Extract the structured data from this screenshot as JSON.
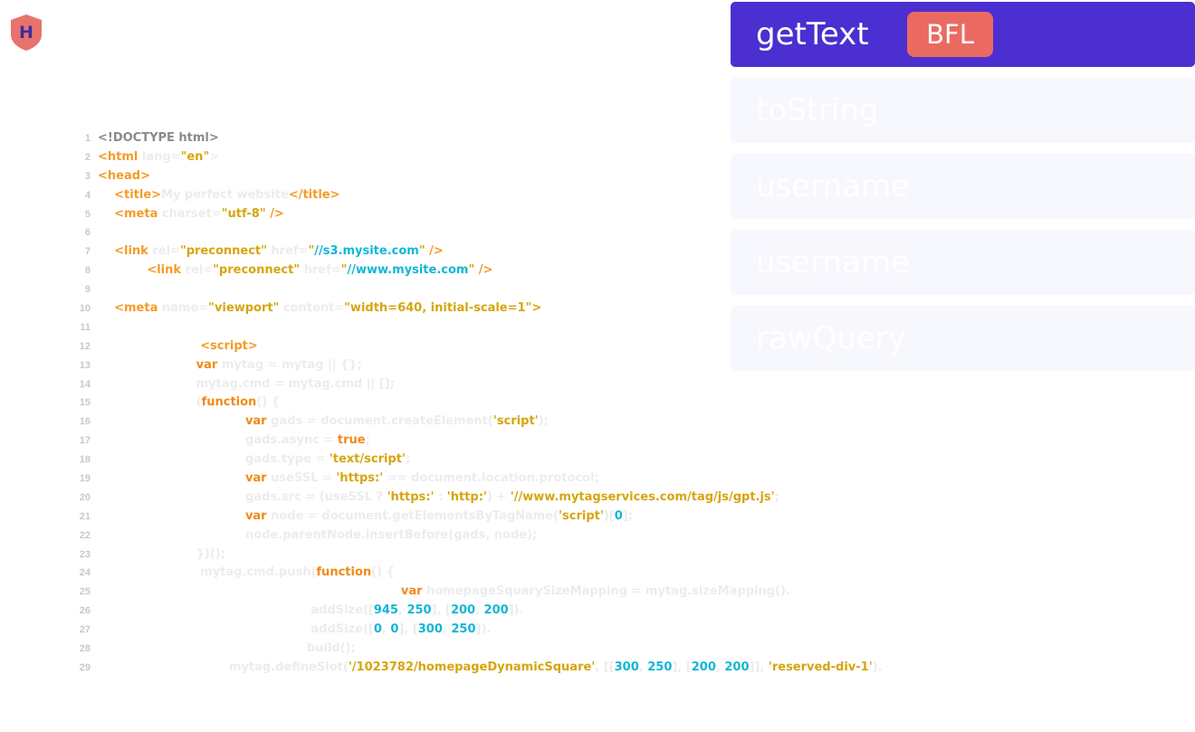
{
  "app": {
    "logo_text": "H",
    "colors": {
      "logo_shield": "#e8736c",
      "logo_letter": "#3b2da0",
      "accent": "#4b2fd0",
      "badge": "#ea6a62"
    }
  },
  "suggestions": [
    {
      "label": "getText",
      "active": true,
      "badge": "BFL"
    },
    {
      "label": "toString"
    },
    {
      "label": "username"
    },
    {
      "label": "username"
    },
    {
      "label": "rawQuery"
    }
  ],
  "code": {
    "lines": [
      {
        "num": "1",
        "tokens": [
          [
            "<!DOCTYPE html>",
            "dark"
          ]
        ]
      },
      {
        "num": "2",
        "tokens": [
          [
            "<html",
            "tag"
          ],
          [
            " lang=",
            "attr"
          ],
          [
            "\"en\"",
            "str"
          ],
          [
            ">",
            "attr"
          ]
        ]
      },
      {
        "num": "3",
        "tokens": [
          [
            "<head>",
            "tag"
          ]
        ]
      },
      {
        "num": "4",
        "tokens": [
          [
            "    ",
            "pl"
          ],
          [
            "<title>",
            "tag"
          ],
          [
            "My perfect website",
            "pl"
          ],
          [
            "</title>",
            "tag"
          ]
        ]
      },
      {
        "num": "5",
        "tokens": [
          [
            "    ",
            "pl"
          ],
          [
            "<meta",
            "tag"
          ],
          [
            " charset=",
            "attr"
          ],
          [
            "\"utf-8\"",
            "str"
          ],
          [
            " />",
            "tag"
          ]
        ]
      },
      {
        "num": "6",
        "tokens": []
      },
      {
        "num": "7",
        "tokens": [
          [
            "    ",
            "pl"
          ],
          [
            "<link",
            "tag"
          ],
          [
            " rel=",
            "attr"
          ],
          [
            "\"preconnect\"",
            "str"
          ],
          [
            " href=",
            "attr"
          ],
          [
            "\"",
            "str"
          ],
          [
            "//s3.mysite.com",
            "url"
          ],
          [
            "\"",
            "str"
          ],
          [
            " />",
            "tag"
          ]
        ]
      },
      {
        "num": "8",
        "tokens": [
          [
            "            ",
            "pl"
          ],
          [
            "<link",
            "tag"
          ],
          [
            " rel=",
            "attr"
          ],
          [
            "\"preconnect\"",
            "str"
          ],
          [
            " href=",
            "attr"
          ],
          [
            "\"",
            "str"
          ],
          [
            "//www.mysite.com",
            "url"
          ],
          [
            "\"",
            "str"
          ],
          [
            " />",
            "tag"
          ]
        ]
      },
      {
        "num": "9",
        "tokens": []
      },
      {
        "num": "10",
        "tokens": [
          [
            "    ",
            "pl"
          ],
          [
            "<meta",
            "tag"
          ],
          [
            " name=",
            "attr"
          ],
          [
            "\"viewport\"",
            "str"
          ],
          [
            " content=",
            "attr"
          ],
          [
            "\"width=640, initial-scale=1\">",
            "str"
          ]
        ]
      },
      {
        "num": "11",
        "tokens": []
      },
      {
        "num": "12",
        "tokens": [
          [
            "                         ",
            "pl"
          ],
          [
            "<script>",
            "tag"
          ]
        ]
      },
      {
        "num": "13",
        "tokens": [
          [
            "                        ",
            "pl"
          ],
          [
            "var",
            "kw"
          ],
          [
            " mytag = mytag || {};",
            "pl"
          ]
        ]
      },
      {
        "num": "14",
        "tokens": [
          [
            "                        ",
            "pl"
          ],
          [
            "mytag.cmd = mytag.cmd || [];",
            "pl"
          ]
        ]
      },
      {
        "num": "15",
        "tokens": [
          [
            "                        ",
            "pl"
          ],
          [
            "(",
            "pl"
          ],
          [
            "function",
            "kw"
          ],
          [
            "() {",
            "pl"
          ]
        ]
      },
      {
        "num": "16",
        "tokens": [
          [
            "                                    ",
            "pl"
          ],
          [
            "var",
            "kw"
          ],
          [
            " gads = document.createElement(",
            "pl"
          ],
          [
            "'script'",
            "str"
          ],
          [
            ");",
            "pl"
          ]
        ]
      },
      {
        "num": "17",
        "tokens": [
          [
            "                                    ",
            "pl"
          ],
          [
            "gads.async = ",
            "pl"
          ],
          [
            "true",
            "kw"
          ],
          [
            ";",
            "pl"
          ]
        ]
      },
      {
        "num": "18",
        "tokens": [
          [
            "                                    ",
            "pl"
          ],
          [
            "gads.type = ",
            "pl"
          ],
          [
            "'text/script'",
            "str"
          ],
          [
            ";",
            "pl"
          ]
        ]
      },
      {
        "num": "19",
        "tokens": [
          [
            "                                    ",
            "pl"
          ],
          [
            "var",
            "kw"
          ],
          [
            " useSSL = ",
            "pl"
          ],
          [
            "'https:'",
            "str"
          ],
          [
            " == document.location.protocol;",
            "pl"
          ]
        ]
      },
      {
        "num": "20",
        "tokens": [
          [
            "                                    ",
            "pl"
          ],
          [
            "gads.src = (useSSL ? ",
            "pl"
          ],
          [
            "'https:'",
            "str"
          ],
          [
            " : ",
            "pl"
          ],
          [
            "'http:'",
            "str"
          ],
          [
            ") + ",
            "pl"
          ],
          [
            "'//www.mytagservices.com/tag/js/gpt.js'",
            "str"
          ],
          [
            ";",
            "pl"
          ]
        ]
      },
      {
        "num": "21",
        "tokens": [
          [
            "                                    ",
            "pl"
          ],
          [
            "var",
            "kw"
          ],
          [
            " node = document.getElementsByTagName(",
            "pl"
          ],
          [
            "'script'",
            "str"
          ],
          [
            ")[",
            "pl"
          ],
          [
            "0",
            "num"
          ],
          [
            "];",
            "pl"
          ]
        ]
      },
      {
        "num": "22",
        "tokens": [
          [
            "                                    ",
            "pl"
          ],
          [
            "node.parentNode.insertBefore(gads, node);",
            "pl"
          ]
        ]
      },
      {
        "num": "23",
        "tokens": [
          [
            "                        ",
            "pl"
          ],
          [
            "})();",
            "pl"
          ]
        ]
      },
      {
        "num": "24",
        "tokens": [
          [
            "                         ",
            "pl"
          ],
          [
            "mytag.cmd.push(",
            "pl"
          ],
          [
            "function",
            "kw"
          ],
          [
            "() {",
            "pl"
          ]
        ]
      },
      {
        "num": "25",
        "tokens": [
          [
            "                                                                          ",
            "pl"
          ],
          [
            "var",
            "kw"
          ],
          [
            " homepageSquarySizeMapping = mytag.sizeMapping().",
            "pl"
          ]
        ]
      },
      {
        "num": "26",
        "tokens": [
          [
            "                                                    ",
            "pl"
          ],
          [
            "addSize([",
            "pl"
          ],
          [
            "945",
            "num"
          ],
          [
            ", ",
            "pl"
          ],
          [
            "250",
            "num"
          ],
          [
            "], [",
            "pl"
          ],
          [
            "200",
            "num"
          ],
          [
            ", ",
            "pl"
          ],
          [
            "200",
            "num"
          ],
          [
            "]).",
            "pl"
          ]
        ]
      },
      {
        "num": "27",
        "tokens": [
          [
            "                                                    ",
            "pl"
          ],
          [
            "addSize([",
            "pl"
          ],
          [
            "0",
            "num"
          ],
          [
            ", ",
            "pl"
          ],
          [
            "0",
            "num"
          ],
          [
            "], [",
            "pl"
          ],
          [
            "300",
            "num"
          ],
          [
            ", ",
            "pl"
          ],
          [
            "250",
            "num"
          ],
          [
            "]).",
            "pl"
          ]
        ]
      },
      {
        "num": "28",
        "tokens": [
          [
            "                                                   ",
            "pl"
          ],
          [
            "build();",
            "pl"
          ]
        ]
      },
      {
        "num": "29",
        "tokens": [
          [
            "                                ",
            "pl"
          ],
          [
            "mytag.defineSlot(",
            "pl"
          ],
          [
            "'/1023782/homepageDynamicSquare'",
            "str"
          ],
          [
            ", [[",
            "pl"
          ],
          [
            "300",
            "num"
          ],
          [
            ", ",
            "pl"
          ],
          [
            "250",
            "num"
          ],
          [
            "], [",
            "pl"
          ],
          [
            "200",
            "num"
          ],
          [
            ", ",
            "pl"
          ],
          [
            "200",
            "num"
          ],
          [
            "]], ",
            "pl"
          ],
          [
            "'reserved-div-1'",
            "str"
          ],
          [
            ").",
            "pl"
          ]
        ]
      }
    ]
  }
}
